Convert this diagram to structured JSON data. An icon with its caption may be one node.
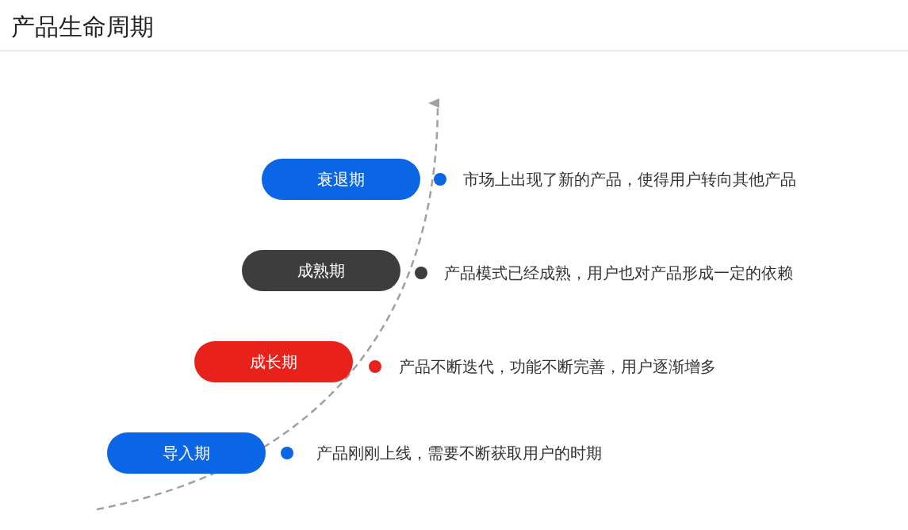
{
  "diagram": {
    "title": "产品生命周期",
    "nodes": [
      {
        "text": [
          "衰退期"
        ]
      },
      {
        "text": [
          "成熟期"
        ]
      },
      {
        "text": [
          "成长期"
        ]
      },
      {
        "text": [
          "导入期"
        ]
      }
    ],
    "labels": [
      "市场上出现了新的产品，使得用户转向其他产品",
      "产品模式已经成熟，用户也对产品形成一定的依赖",
      "产品不断迭代，功能不断完善，用户逐渐增多",
      "产品刚刚上线，需要不断获取用户的时期"
    ]
  }
}
